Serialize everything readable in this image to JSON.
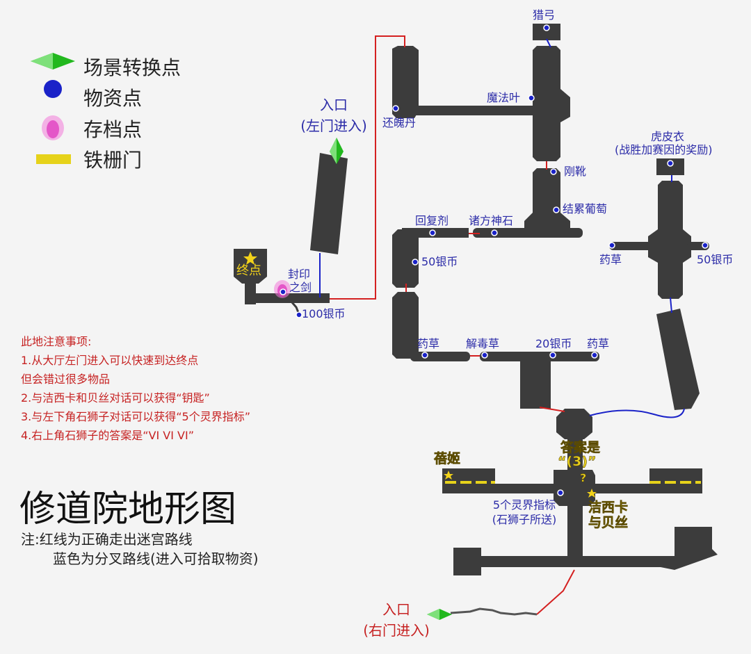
{
  "legend": {
    "transfer": "场景转换点",
    "supply": "物资点",
    "save": "存档点",
    "gate": "铁栅门"
  },
  "colors": {
    "room": "#3c3c3c",
    "correct_route": "#d42020",
    "branch_route": "#1a22c8",
    "supply_dot": "#1a22c8",
    "gate": "#e6d21a",
    "transfer": "#22b81e"
  },
  "labels": {
    "entrance_left_1": "入口",
    "entrance_left_2": "(左门进入)",
    "entrance_right_1": "入口",
    "entrance_right_2": "(右门进入)",
    "end_point": "终点",
    "seal_sword_1": "封印",
    "seal_sword_2": "之剑",
    "silver_100": "100银币",
    "hunting_bow": "猎弓",
    "magic_leaf": "魔法叶",
    "revival_pill": "还魄丹",
    "iron_boots": "刚靴",
    "grapes": "结累葡萄",
    "recovery": "回复剂",
    "divine_stone": "诸方神石",
    "silver_50_left": "50银币",
    "herb_1": "药草",
    "antidote": "解毒草",
    "silver_20": "20银币",
    "herb_2": "药草",
    "tiger_coat_1": "虎皮衣",
    "tiger_coat_2": "(战胜加赛因的奖励)",
    "herb_right": "药草",
    "silver_50_right": "50银币",
    "answer_1": "答案是",
    "answer_2": "“(3)”",
    "answer_q": "?",
    "beiji": "蓓姬",
    "spirit_marker_1": "5个灵界指标",
    "spirit_marker_2": "(石狮子所送)",
    "jessica_1": "洁西卡",
    "jessica_2": "与贝丝"
  },
  "notes": [
    "此地注意事项:",
    "1.从大厅左门进入可以快速到达终点",
    "但会错过很多物品",
    "2.与洁西卡和贝丝对话可以获得“钥匙”",
    "3.与左下角石狮子对话可以获得“5个灵界指标”",
    "4.右上角石狮子的答案是“VI VI VI”"
  ],
  "title": "修道院地形图",
  "subtitle_1": "注:红线为正确走出迷宫路线",
  "subtitle_2": "蓝色为分叉路线(进入可拾取物资)"
}
